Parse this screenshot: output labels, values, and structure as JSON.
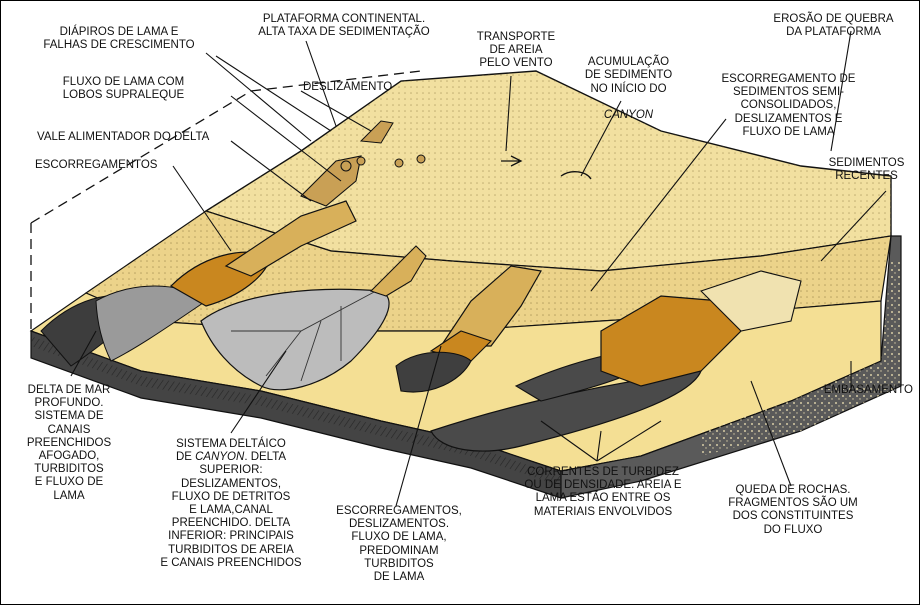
{
  "colors": {
    "shelf_sand": "#f2e0a0",
    "slope_sand": "#ecd38a",
    "floor_sand": "#f4df94",
    "block_front": "#3a3a3a",
    "block_side": "#5a5a5a",
    "slide_orange": "#c9871f",
    "slide_tan": "#d8b05a",
    "fan_gray": "#b8b8b8",
    "turbidite_dark": "#4a4a4a",
    "line": "#111111"
  },
  "labels": {
    "diapiros": "DIÁPIROS DE LAMA E\nFALHAS DE CRESCIMENTO",
    "plataforma": "PLATAFORMA CONTINENTAL.\nALTA TAXA DE SEDIMENTAÇÃO",
    "transporte": "TRANSPORTE\nDE AREIA\nPELO VENTO",
    "acumulacao_a": "ACUMULAÇÃO\nDE SEDIMENTO\nNO INÍCIO DO",
    "acumulacao_b": "CANYON",
    "erosao": "EROSÃO DE QUEBRA\nDA PLATAFORMA",
    "fluxo_lama": "FLUXO DE LAMA COM\nLOBOS SUPRALEQUE",
    "deslizamento": "DESLIZAMENTO",
    "escorregamento_semi": "ESCORREGAMENTO DE\nSEDIMENTOS SEMI-\nCONSOLIDADOS,\nDESLIZAMENTOS E\nFLUXO DE LAMA",
    "vale": "VALE ALIMENTADOR DO DELTA",
    "escorregamentos": "ESCORREGAMENTOS",
    "sedimentos_recentes": "SEDIMENTOS\nRECENTES",
    "delta_mar": "DELTA DE MAR\nPROFUNDO.\nSISTEMA DE\nCANAIS\nPREENCHIDOS\nAFOGADO,\nTURBIDITOS\nE FLUXO DE\nLAMA",
    "embasamento": "EMBASAMENTO",
    "sistema_a": "SISTEMA DELTÁICO\nDE ",
    "sistema_canyon": "CANYON",
    "sistema_b": ". DELTA\nSUPERIOR:\nDESLIZAMENTOS,\nFLUXO DE DETRITOS\nE LAMA,CANAL\nPREENCHIDO. DELTA\nINFERIOR: PRINCIPAIS\nTURBIDITOS DE AREIA\nE CANAIS PREENCHIDOS",
    "escorregamentos_desl": "ESCORREGAMENTOS,\nDESLIZAMENTOS.\nFLUXO DE LAMA,\nPREDOMINAM\nTURBIDITOS\nDE LAMA",
    "correntes": "CORRENTES DE TURBIDEZ\nOU DE DENSIDADE. AREIA E\nLAMA ESTÃO ENTRE OS\nMATERIAIS ENVOLVIDOS",
    "queda": "QUEDA DE ROCHAS.\nFRAGMENTOS SÃO UM\nDOS CONSTITUINTES\nDO FLUXO"
  }
}
